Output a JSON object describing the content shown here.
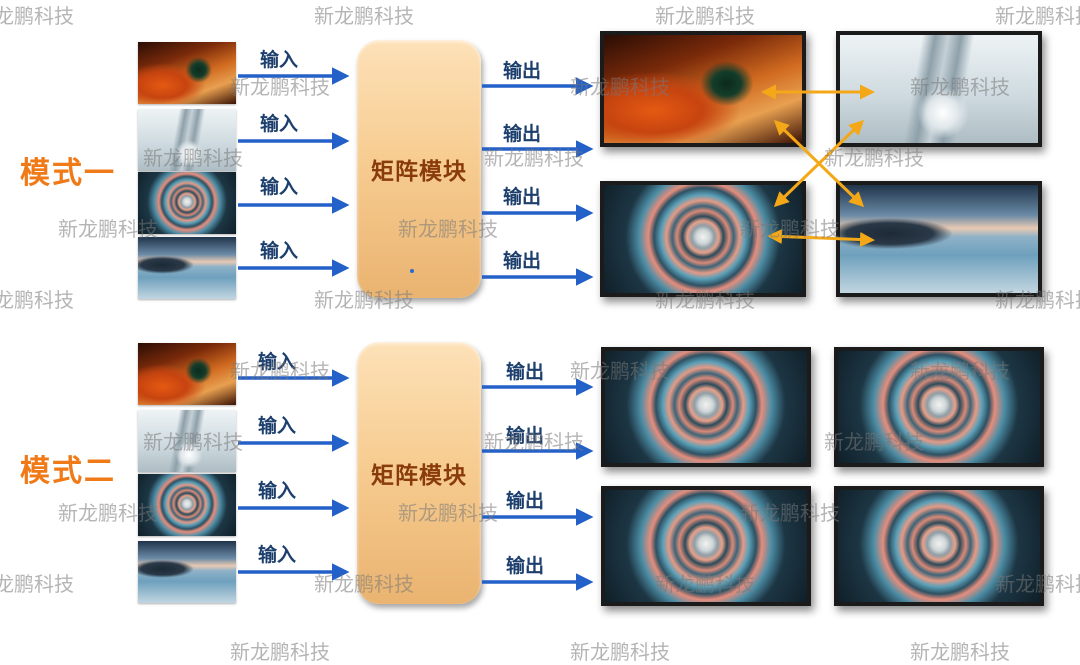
{
  "colors": {
    "mode_label": "#f07a18",
    "io_label": "#1d3f6e",
    "arrow_blue": "#2360c8",
    "arrow_orange": "#f4a818",
    "module_text": "#8a3b0a"
  },
  "mode1": {
    "label": "模式一",
    "input_label": "输入",
    "output_label": "输出",
    "module_label": "矩阵模块",
    "inputs": [
      "cave",
      "arch",
      "tunnel",
      "beach"
    ],
    "screens": [
      "cave",
      "arch",
      "tunnel",
      "beach"
    ]
  },
  "mode2": {
    "label": "模式二",
    "input_label": "输入",
    "output_label": "输出",
    "module_label": "矩阵模块",
    "inputs": [
      "cave",
      "arch",
      "tunnel",
      "beach"
    ],
    "screens": [
      "tunnel",
      "tunnel",
      "tunnel",
      "tunnel"
    ]
  },
  "watermark": "新龙鹏科技"
}
